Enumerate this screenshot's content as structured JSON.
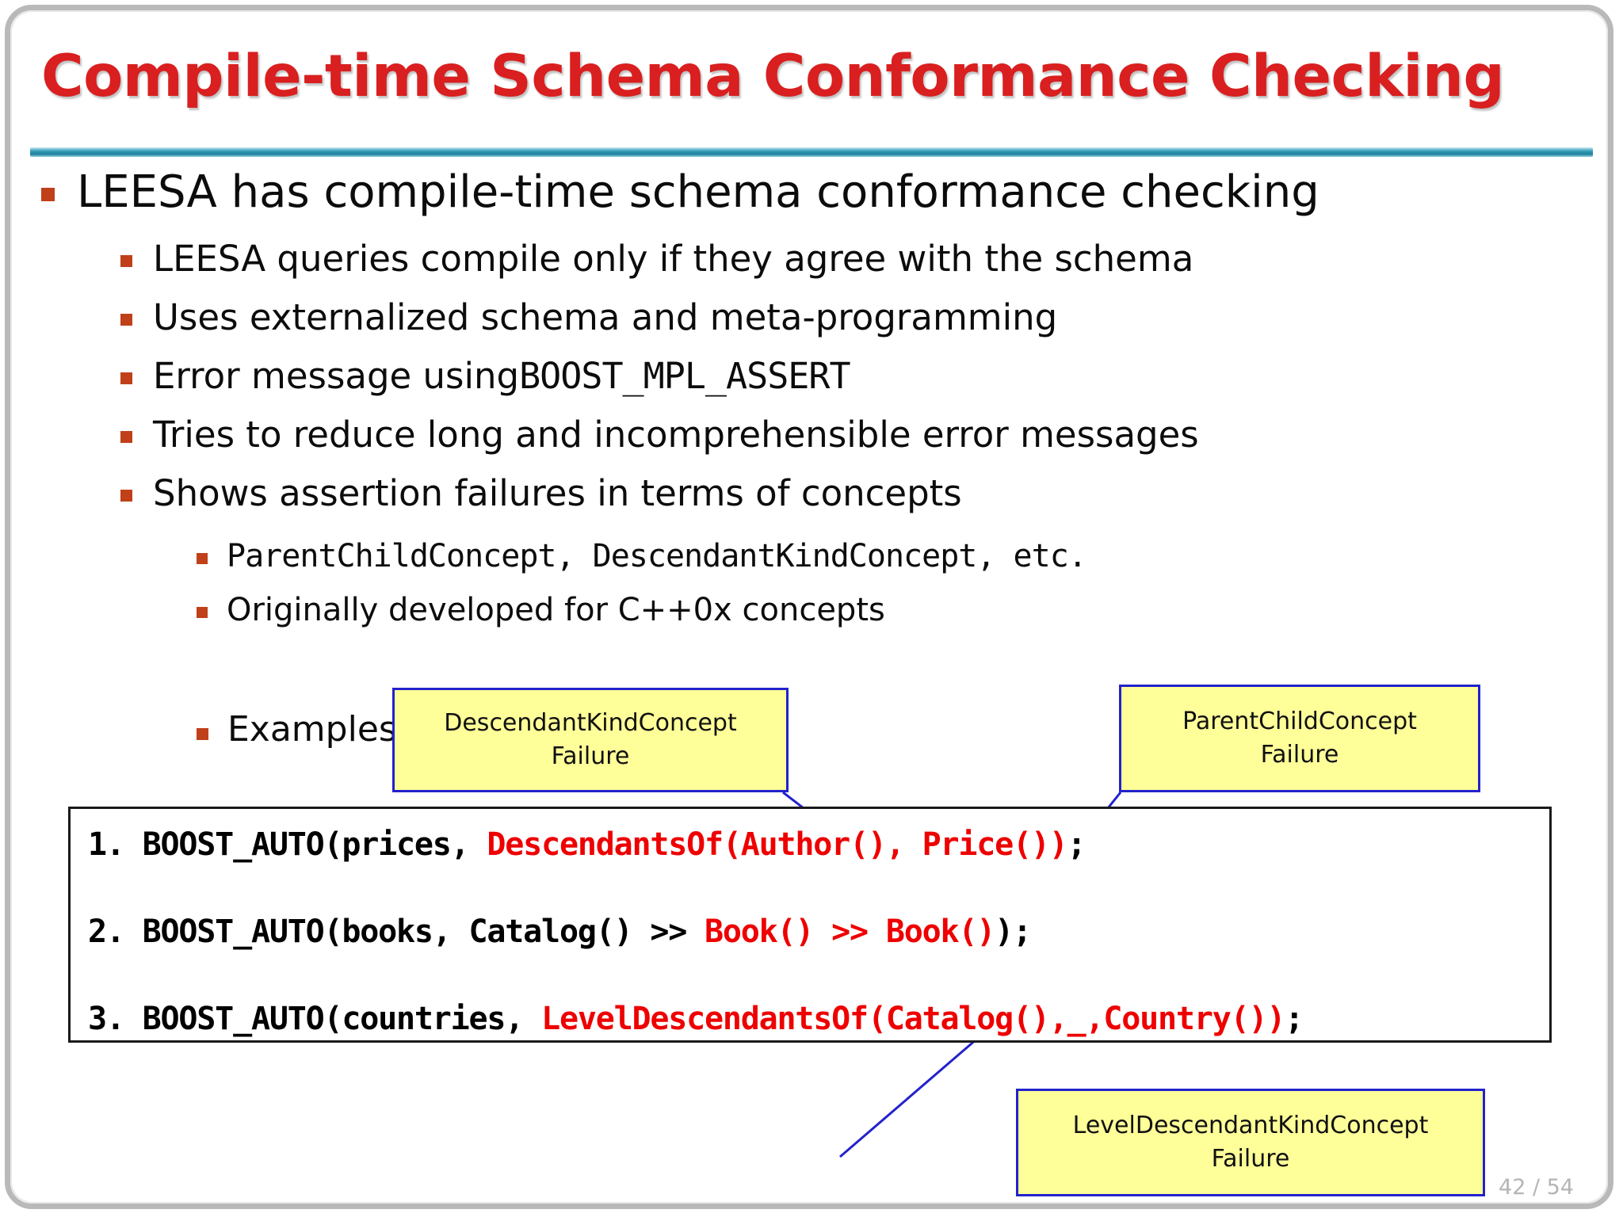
{
  "slide": {
    "title": "Compile-time Schema Conformance Checking",
    "page_number": "42 / 54",
    "colors": {
      "title_red": "#d91f1f",
      "divider_teal": "#1b7f9b",
      "bullet_orange": "#c0401a",
      "callout_yellow": "#ffff99",
      "callout_border_blue": "#2222cc",
      "code_red": "#ee0000"
    }
  },
  "bullets": {
    "level1": "LEESA has compile-time schema conformance checking",
    "level2": [
      "LEESA queries compile only if they agree with the schema",
      "Uses externalized schema and meta-programming",
      "Tries to reduce long and incomprehensible error messages",
      "Shows assertion failures in terms of concepts"
    ],
    "error_message_prefix": "Error message using ",
    "error_message_code": "BOOST_MPL_ASSERT",
    "level3": [
      "ParentChildConcept, DescendantKindConcept, etc.",
      "Originally developed for C++0x concepts"
    ],
    "examples_label": "Examples"
  },
  "callouts": [
    {
      "line1": "DescendantKindConcept",
      "line2": "Failure"
    },
    {
      "line1": "ParentChildConcept",
      "line2": "Failure"
    },
    {
      "line1": "LevelDescendantKindConcept",
      "line2": "Failure"
    }
  ],
  "code": {
    "line1": {
      "num": "1. ",
      "pre": "BOOST_AUTO(prices, ",
      "highlight": "DescendantsOf(Author(), Price())",
      "post": ";"
    },
    "line2": {
      "num": "2. ",
      "pre": "BOOST_AUTO(books, Catalog() >> ",
      "highlight": "Book() >> Book()",
      "post": ");"
    },
    "line3": {
      "num": "3. ",
      "pre": "BOOST_AUTO(countries, ",
      "highlight": "LevelDescendantsOf(Catalog(),_,Country())",
      "post": ";"
    }
  }
}
